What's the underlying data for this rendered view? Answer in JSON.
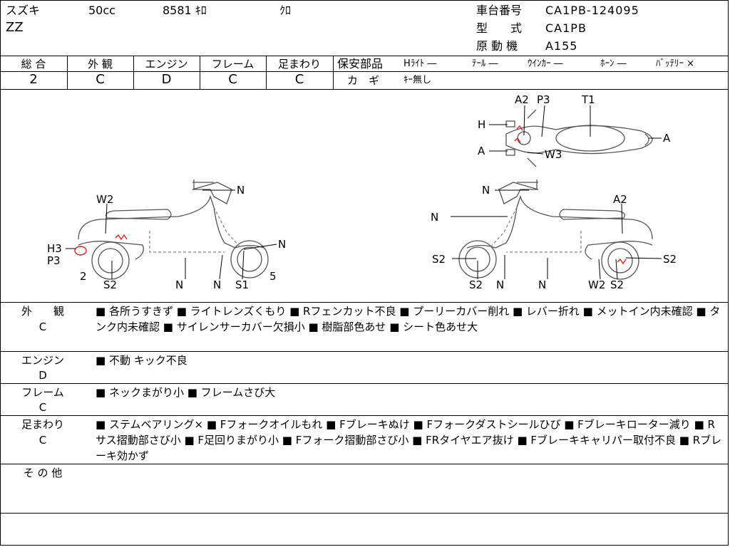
{
  "header": {
    "maker": "スズキ",
    "displacement": "50cc",
    "mileage": "8581 ｷﾛ",
    "color": "ｸﾛ",
    "model_name": "ZZ",
    "frame_label": "車台番号",
    "frame_value": "CA1PB-124095",
    "type_label": "型　　式",
    "type_value": "CA1PB",
    "engine_label": "原 動 機",
    "engine_value": "A155"
  },
  "grades": [
    {
      "label": "総 合",
      "value": "2"
    },
    {
      "label": "外 観",
      "value": "C"
    },
    {
      "label": "エンジン",
      "value": "D"
    },
    {
      "label": "フレーム",
      "value": "C"
    },
    {
      "label": "足まわり",
      "value": "C"
    }
  ],
  "safety": {
    "title": "保安部品",
    "items": [
      "Hﾗｲﾄ ―",
      "ﾃｰﾙ ―",
      "ｳｲﾝｶｰ ―",
      "ﾎｰﾝ ―",
      "ﾊﾞｯﾃﾘｰ ×"
    ],
    "key_label": "カ　ギ",
    "key_value": "ｷｰ無し"
  },
  "diagram": {
    "top_labels": [
      "A2",
      "P3",
      "T1",
      "H",
      "A",
      "W3",
      "A"
    ],
    "left_labels": [
      "W2",
      "N",
      "N",
      "H3",
      "P3",
      "2",
      "S2",
      "N",
      "N",
      "S1",
      "5"
    ],
    "right_labels": [
      "N",
      "A2",
      "N",
      "S2",
      "S2",
      "S2",
      "N",
      "N",
      "W2",
      "S2"
    ]
  },
  "remarks": {
    "exterior": {
      "label": "外　　観",
      "grade": "C",
      "text": "■ 各所うすきず ■ ライトレンズくもり ■ Rフェンカット不良 ■ プーリーカバー削れ ■ レバー折れ ■ メットイン内未確認 ■ タンク内未確認 ■ サイレンサーカバー欠損小 ■ 樹脂部色あせ ■ シート色あせ大"
    },
    "engine": {
      "label": "エンジン",
      "grade": "D",
      "text": "■ 不動 キック不良"
    },
    "frame": {
      "label": "フレーム",
      "grade": "C",
      "text": "■ ネックまがり小 ■ フレームさび大"
    },
    "suspension": {
      "label": "足まわり",
      "grade": "C",
      "text": "■ ステムベアリング× ■ Fフォークオイルもれ ■ Fブレーキぬけ ■ Fフォークダストシールひび ■ Fブレーキローター減り ■ Rサス摺動部さび小 ■ F足回りまがり小 ■ Fフォーク摺動部さび小 ■ FRタイヤエア抜け ■ Fブレーキキャリパー取付不良 ■ Rブレーキ効かず"
    },
    "other": {
      "label": "そ の 他",
      "text": ""
    }
  }
}
